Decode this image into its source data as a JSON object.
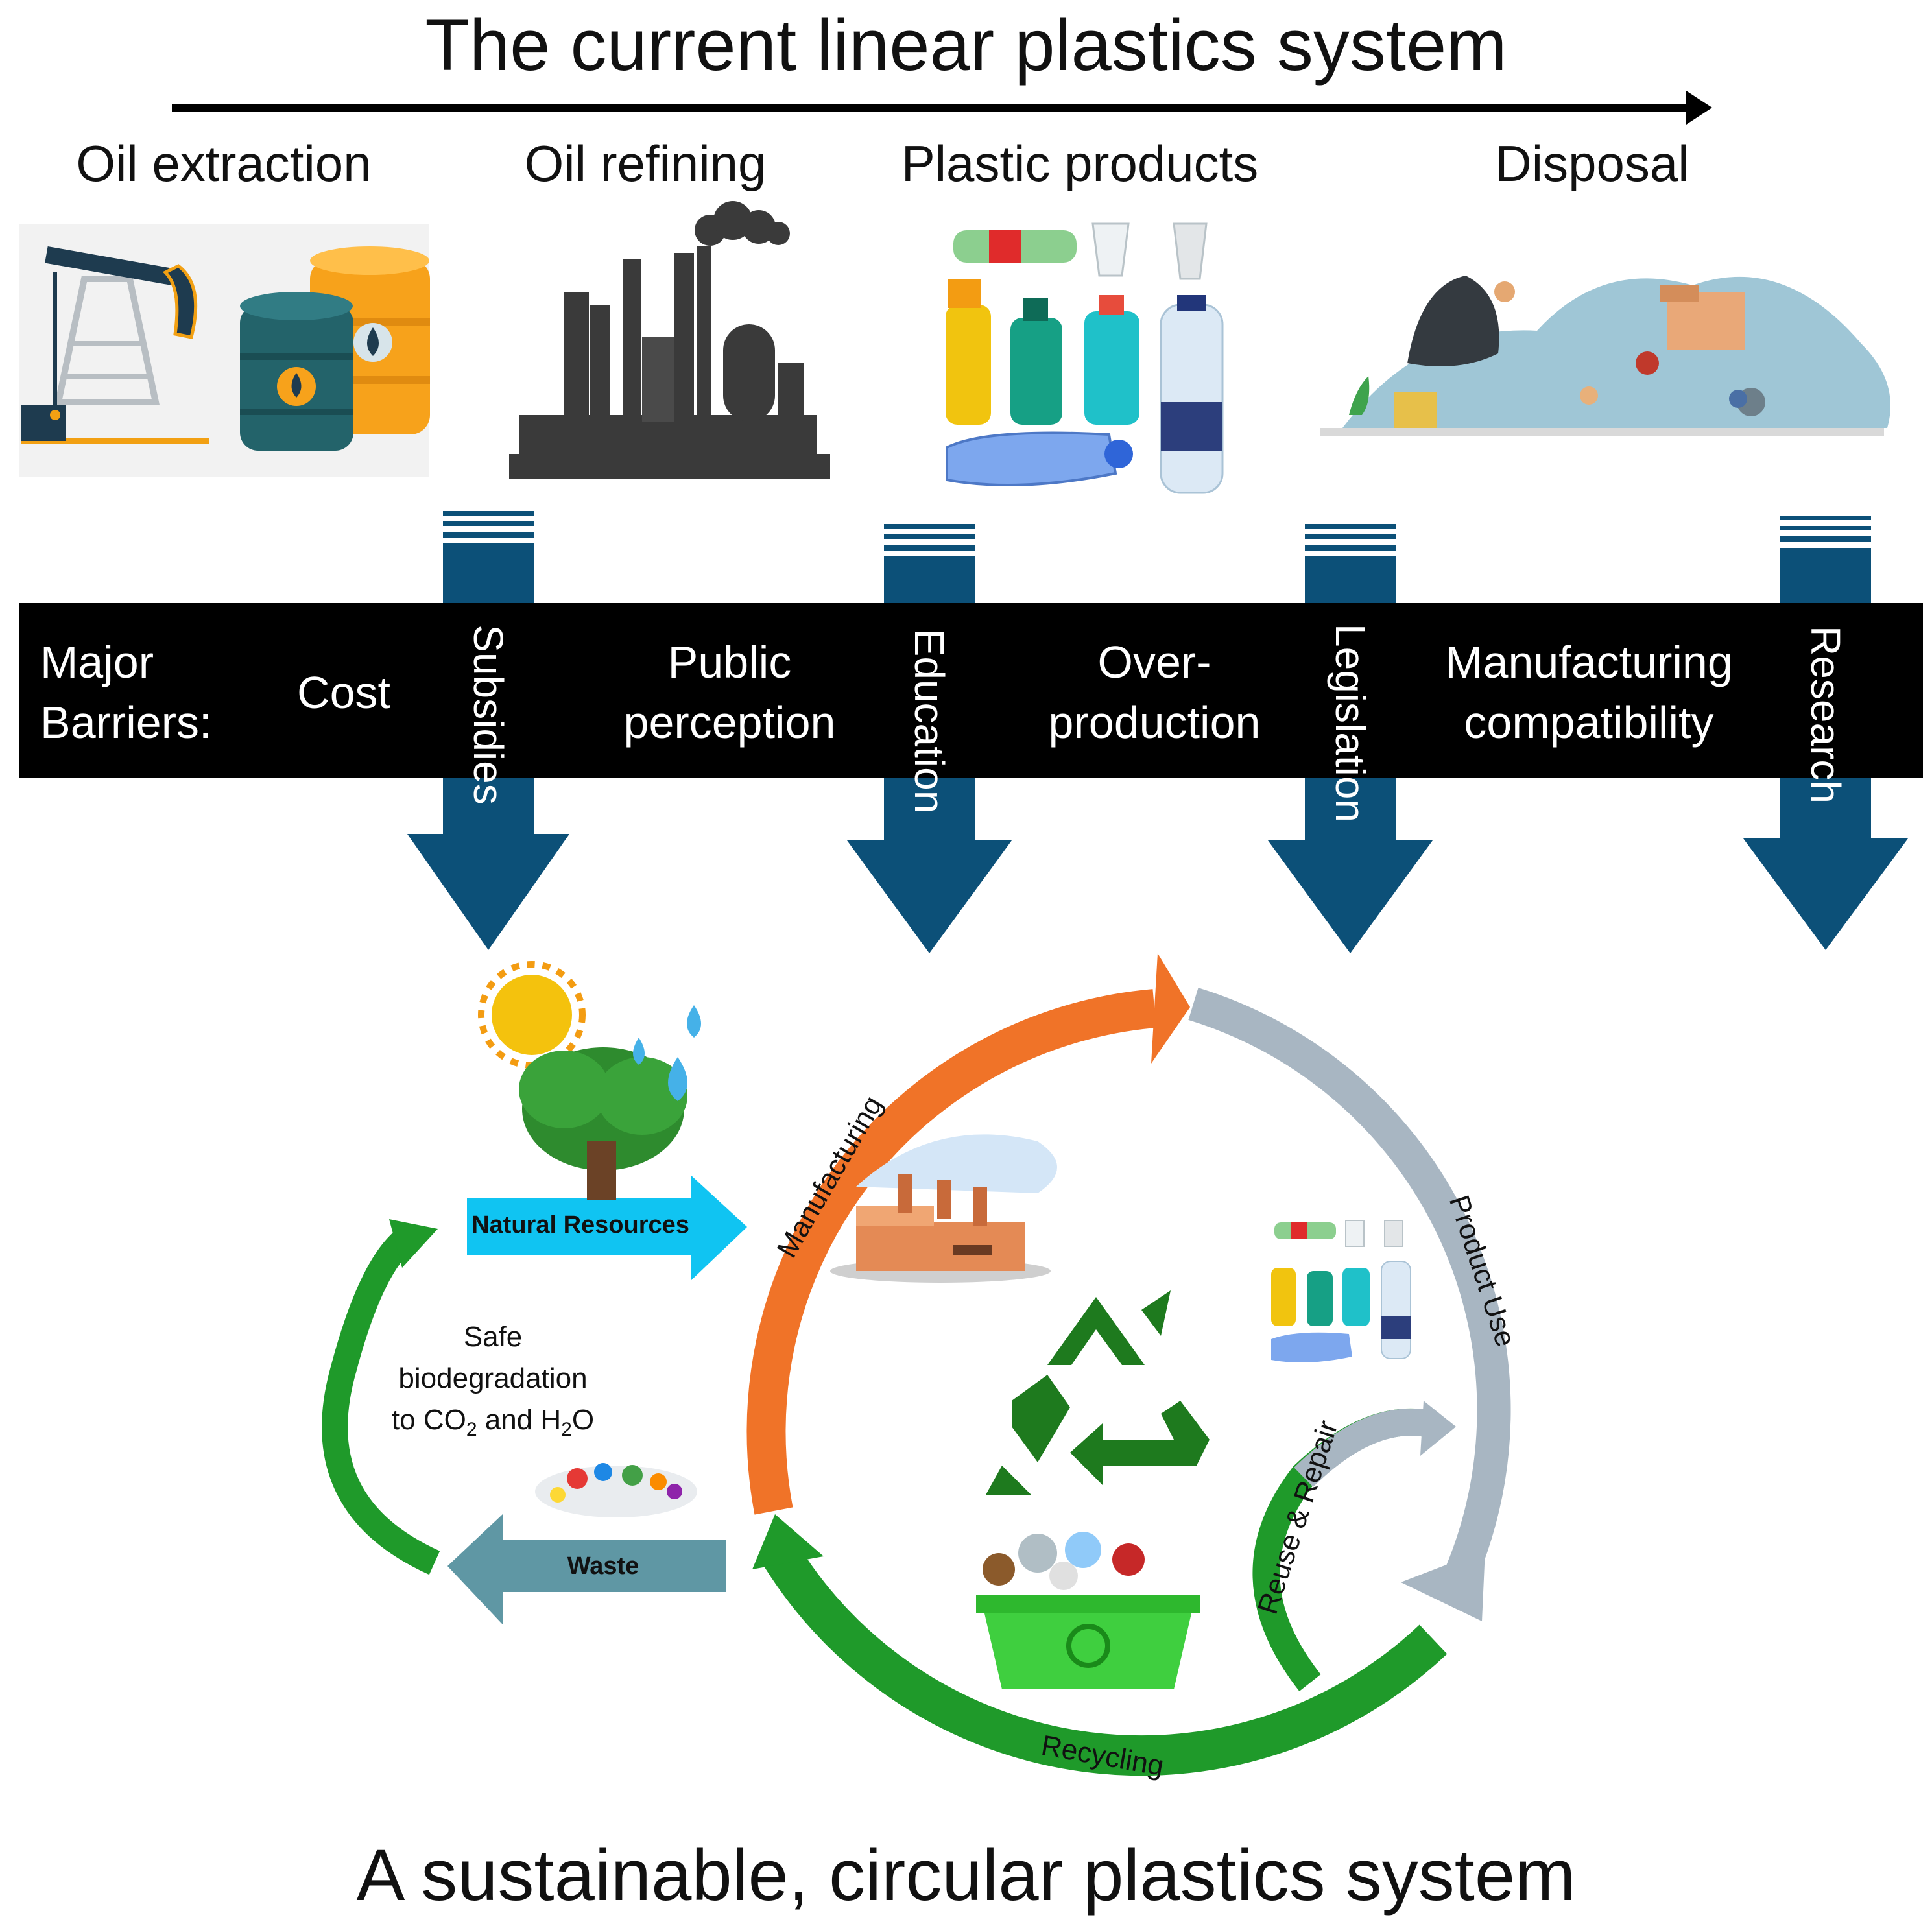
{
  "header": {
    "title": "The current linear plastics system"
  },
  "stages": [
    "Oil extraction",
    "Oil refining",
    "Plastic products",
    "Disposal"
  ],
  "barriers": {
    "heading": [
      "Major",
      "Barriers:"
    ],
    "items": [
      [
        "Cost"
      ],
      [
        "Public",
        "perception"
      ],
      [
        "Over-",
        "production"
      ],
      [
        "Manufacturing",
        "compatibility"
      ]
    ]
  },
  "solutions": [
    "Subsidies",
    "Education",
    "Legislation",
    "Research"
  ],
  "cycle": {
    "manufacturing": "Manufacturing",
    "product_use": "Product Use",
    "reuse_repair": "Reuse & Repair",
    "recycling": "Recycling",
    "natural_resources": "Natural Resources",
    "waste": "Waste",
    "biodegradation": [
      "Safe",
      "biodegradation"
    ],
    "co2_prefix": "to CO",
    "co2_sub": "2",
    "and_h": " and H",
    "h2o_sub": "2",
    "o_suffix": "O"
  },
  "footer": {
    "title": "A sustainable, circular plastics system"
  },
  "colors": {
    "solution_arrow": "#0c5078",
    "manufacturing": "#f07328",
    "product_use": "#a8b6c2",
    "recycling": "#1f9a2a",
    "natural_resources": "#10c4f2",
    "waste": "#5f97a4"
  }
}
